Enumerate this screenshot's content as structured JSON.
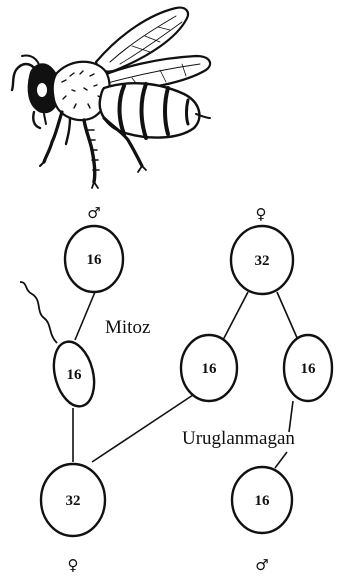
{
  "bee": {
    "icon": "bee-illustration"
  },
  "labels": {
    "mitoz": "Mitoz",
    "uruglanmagan": "Uruglanmagan"
  },
  "cells": {
    "male_parent": "16",
    "female_parent": "32",
    "sperm": "16",
    "egg_fertilized": "16",
    "egg_unfertilized": "16",
    "female_offspring": "32",
    "male_offspring": "16"
  },
  "sex_symbols": {
    "male_parent": "♂",
    "female_parent": "♀",
    "female_offspring": "♀",
    "male_offspring": "♂"
  },
  "colors": {
    "ink": "#111111",
    "background": "#ffffff"
  }
}
